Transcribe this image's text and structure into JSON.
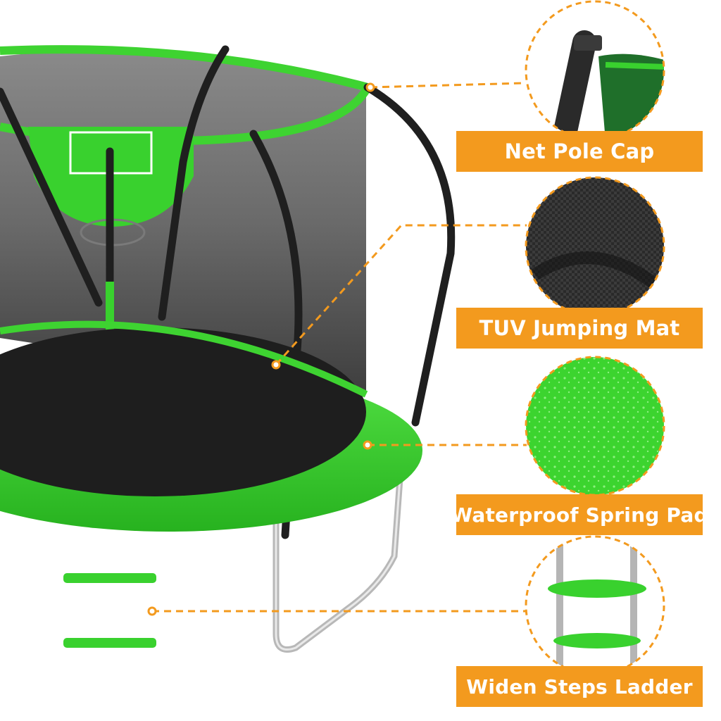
{
  "callouts": {
    "net_pole_cap": "Net Pole Cap",
    "jumping_mat": "TUV Jumping Mat",
    "spring_pad": "Waterproof Spring Pad",
    "ladder": "Widen Steps Ladder"
  },
  "colors": {
    "accent_orange": "#f39a1e",
    "pad_green": "#39d12e",
    "net_grey": "#5a5a5a",
    "mat_black": "#1e1e1e"
  }
}
